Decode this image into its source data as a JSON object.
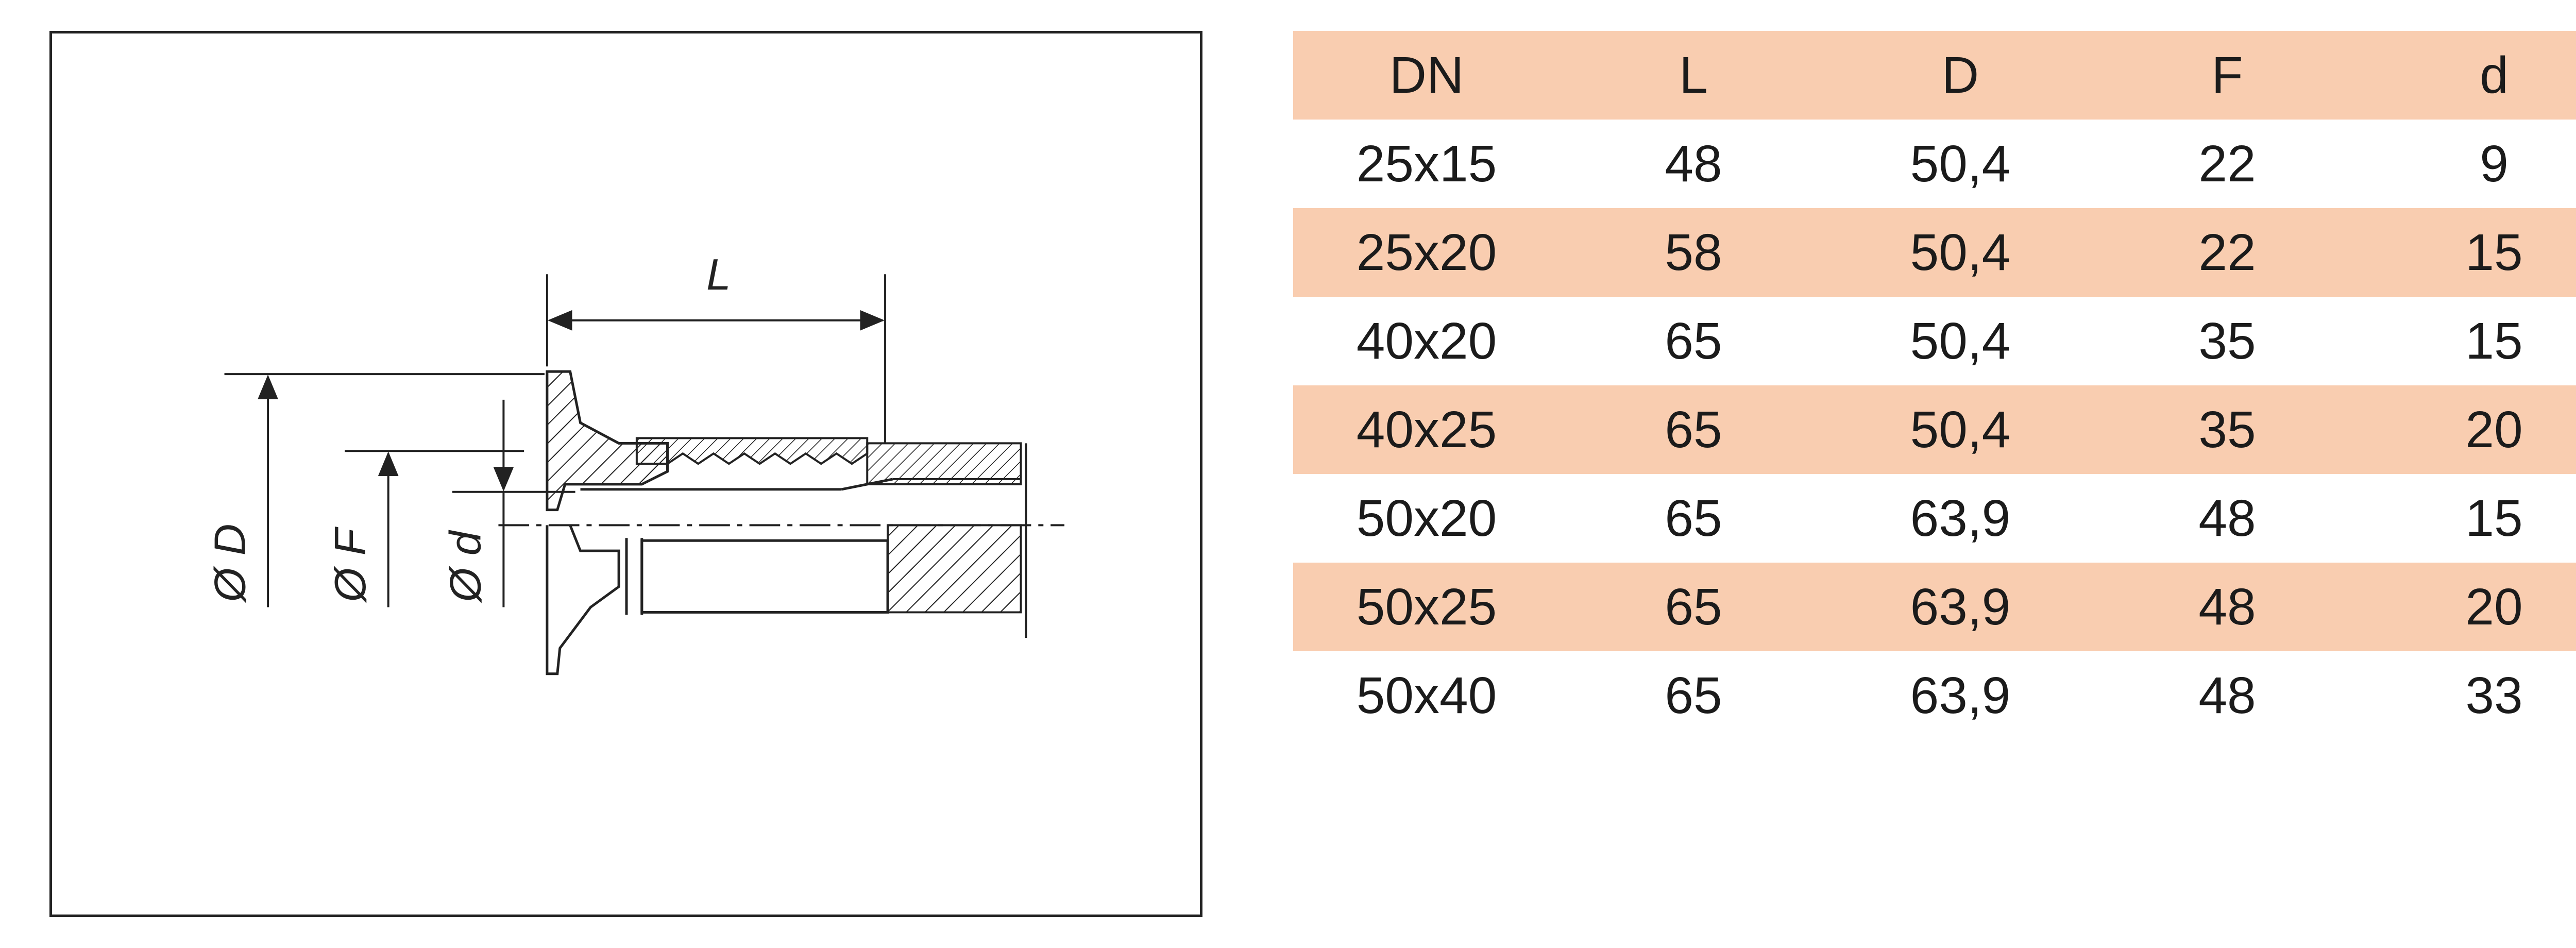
{
  "drawing": {
    "dimension_labels": {
      "L": "L",
      "D": "Ø D",
      "F": "Ø F",
      "d": "Ø d"
    }
  },
  "table": {
    "columns": [
      "DN",
      "L",
      "D",
      "F",
      "d"
    ],
    "rows": [
      [
        "25x15",
        "48",
        "50,4",
        "22",
        "9"
      ],
      [
        "25x20",
        "58",
        "50,4",
        "22",
        "15"
      ],
      [
        "40x20",
        "65",
        "50,4",
        "35",
        "15"
      ],
      [
        "40x25",
        "65",
        "50,4",
        "35",
        "20"
      ],
      [
        "50x20",
        "65",
        "63,9",
        "48",
        "15"
      ],
      [
        "50x25",
        "65",
        "63,9",
        "48",
        "20"
      ],
      [
        "50x40",
        "65",
        "63,9",
        "48",
        "33"
      ]
    ]
  },
  "colors": {
    "band": "#f9cdb0",
    "line": "#222222"
  }
}
